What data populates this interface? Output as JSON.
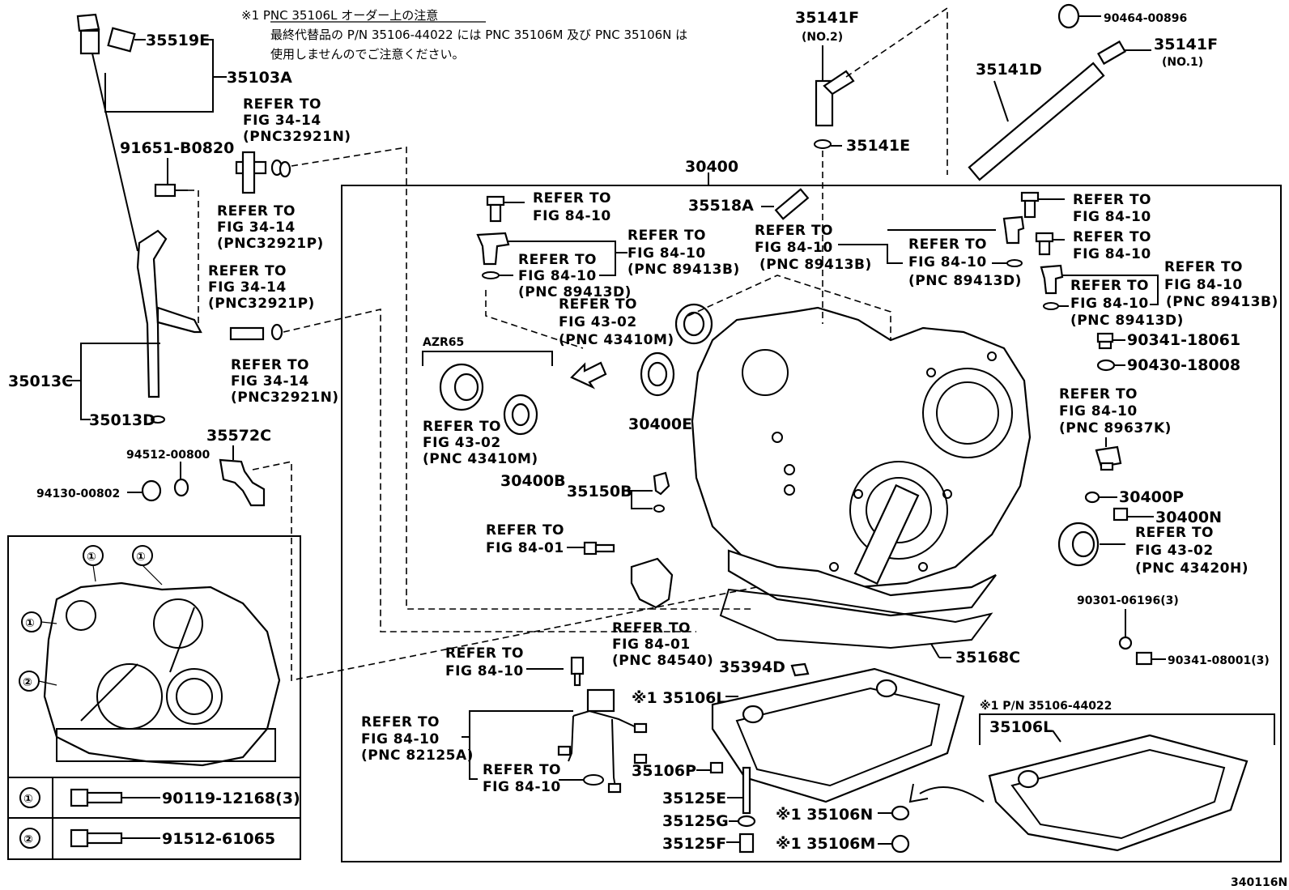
{
  "note": {
    "line1": "※1 PNC 35106L オーダー上の注意",
    "line2": "最終代替品の P/N 35106-44022 には PNC 35106M 及び PNC 35106N は",
    "line3": "使用しませんのでご注意ください。"
  },
  "labels": {
    "p35519E": "35519E",
    "p35103A": "35103A",
    "p91651": "91651-B0820",
    "p35013C": "35013C",
    "p35013D": "35013D",
    "p35572C": "35572C",
    "p94512": "94512-00800",
    "p94130": "94130-00802",
    "p35141F_2": "35141F",
    "no2": "(NO.2)",
    "p35141E": "35141E",
    "p90464": "90464-00896",
    "p35141F_1": "35141F",
    "no1": "(NO.1)",
    "p35141D": "35141D",
    "p30400": "30400",
    "p35518A": "35518A",
    "azr65": "AZR65",
    "p30400E": "30400E",
    "p30400B": "30400B",
    "p35150B": "35150B",
    "p90341_18061": "90341-18061",
    "p90430": "90430-18008",
    "p30400P": "30400P",
    "p30400N": "30400N",
    "p90301": "90301-06196(3)",
    "p90341_08001": "90341-08001(3)",
    "p35168C": "35168C",
    "p35394D": "35394D",
    "p35106L": "※1 35106L",
    "p35106P": "35106P",
    "p35125E": "35125E",
    "p35125G": "35125G",
    "p35125F": "35125F",
    "p35106N": "※1 35106N",
    "p35106M": "※1 35106M",
    "alt_hdr": "※1 P/N 35106-44022",
    "alt_35106L": "35106L",
    "fig_code": "340116N"
  },
  "refs": {
    "r1": [
      "REFER TO",
      "FIG 34-14",
      "(PNC32921N)"
    ],
    "r2": [
      "REFER TO",
      "FIG 34-14",
      "(PNC32921P)"
    ],
    "r3": [
      "REFER TO",
      "FIG 34-14",
      "(PNC32921P)"
    ],
    "r4": [
      "REFER TO",
      "FIG 34-14",
      "(PNC32921N)"
    ],
    "r5": [
      "REFER TO",
      "FIG 84-10"
    ],
    "r6": [
      "REFER TO",
      "FIG 84-10",
      "(PNC 89413B)"
    ],
    "r7": [
      "REFER TO",
      "FIG 84-10",
      "(PNC 89413D)"
    ],
    "r8": [
      "REFER TO",
      "FIG 43-02",
      "(PNC 43410M)"
    ],
    "r9": [
      "REFER TO",
      "FIG 43-02",
      "(PNC 43410M)"
    ],
    "r10": [
      "REFER TO",
      "FIG 84-10",
      "(PNC 89413B)"
    ],
    "r11": [
      "REFER TO",
      "FIG 84-10",
      "(PNC 89413D)"
    ],
    "r12": [
      "REFER TO",
      "FIG 84-10"
    ],
    "r13": [
      "REFER TO",
      "FIG 84-10"
    ],
    "r14": [
      "REFER TO",
      "FIG 84-10",
      "(PNC 89413B)"
    ],
    "r15": [
      "REFER TO",
      "FIG 84-10",
      "(PNC 89413D)"
    ],
    "r16": [
      "REFER TO",
      "FIG 84-10",
      "(PNC 89637K)"
    ],
    "r17": [
      "REFER TO",
      "FIG 43-02",
      "(PNC 43420H)"
    ],
    "r18": [
      "REFER TO",
      "FIG 84-01"
    ],
    "r19": [
      "REFER TO",
      "FIG 84-01",
      "(PNC 84540)"
    ],
    "r20": [
      "REFER TO",
      "FIG 84-10"
    ],
    "r21": [
      "REFER TO",
      "FIG 84-10",
      "(PNC 82125A)"
    ],
    "r22": [
      "REFER TO",
      "FIG 84-10"
    ]
  },
  "legend": [
    {
      "marker": "①",
      "part": "90119-12168(3)"
    },
    {
      "marker": "②",
      "part": "91512-61065"
    }
  ],
  "callouts": {
    "c1": "①",
    "c2": "②"
  }
}
